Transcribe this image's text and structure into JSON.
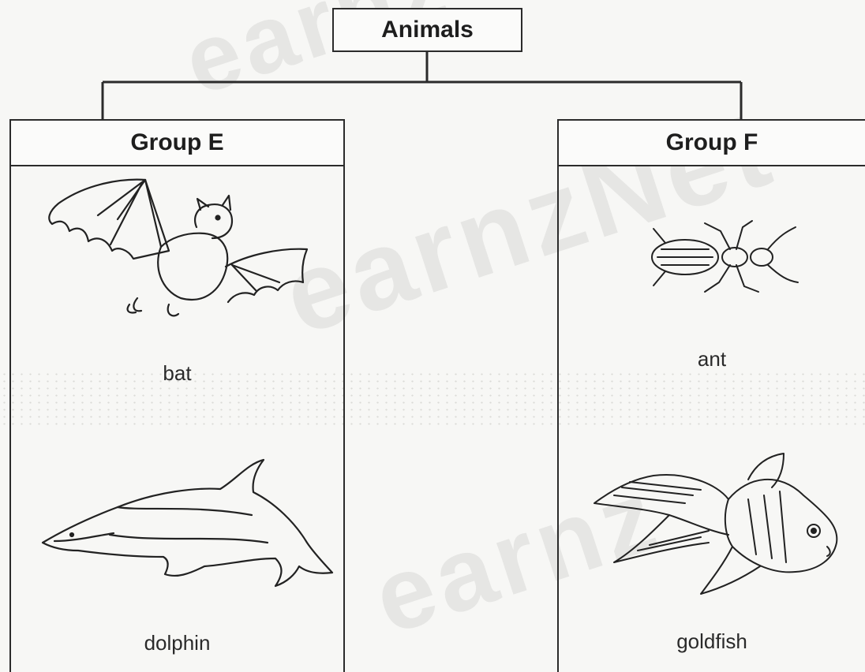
{
  "root": {
    "label": "Animals"
  },
  "groups": [
    {
      "title": "Group E",
      "animals": [
        "bat",
        "dolphin"
      ]
    },
    {
      "title": "Group F",
      "animals": [
        "ant",
        "goldfish"
      ]
    }
  ],
  "watermark": "earnzNet"
}
